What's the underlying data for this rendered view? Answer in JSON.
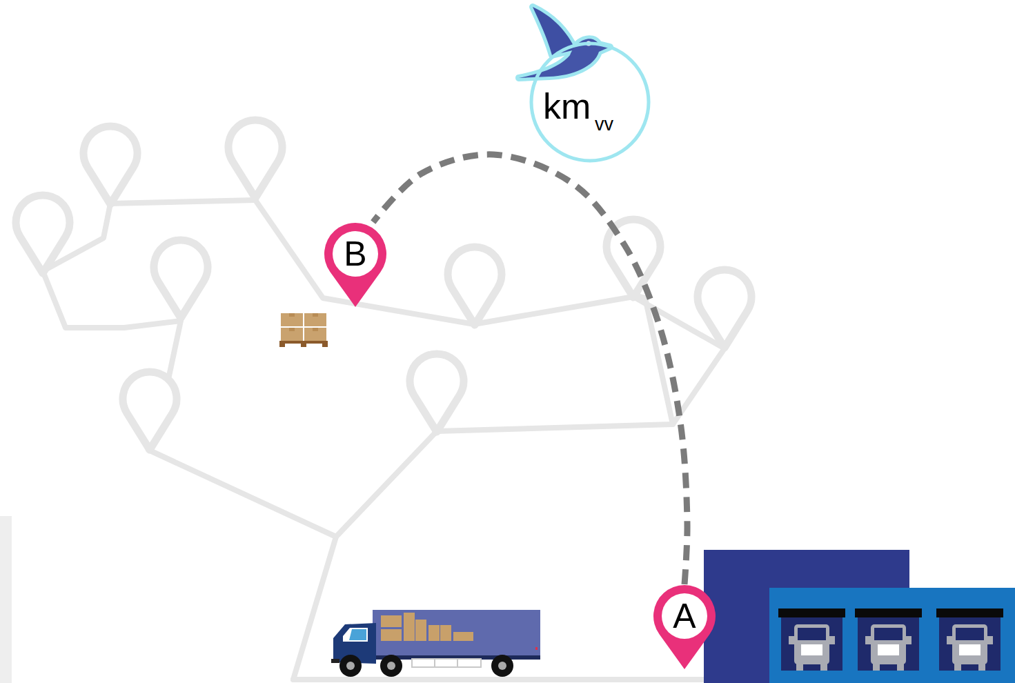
{
  "diagram": {
    "nodes": [
      {
        "text": [
          "km",
          "vv"
        ]
      },
      {
        "text": [
          "B"
        ]
      },
      {
        "text": [
          "A"
        ]
      }
    ],
    "edges": [
      {
        "from": 2,
        "to": 1,
        "arrow": "none"
      }
    ]
  }
}
